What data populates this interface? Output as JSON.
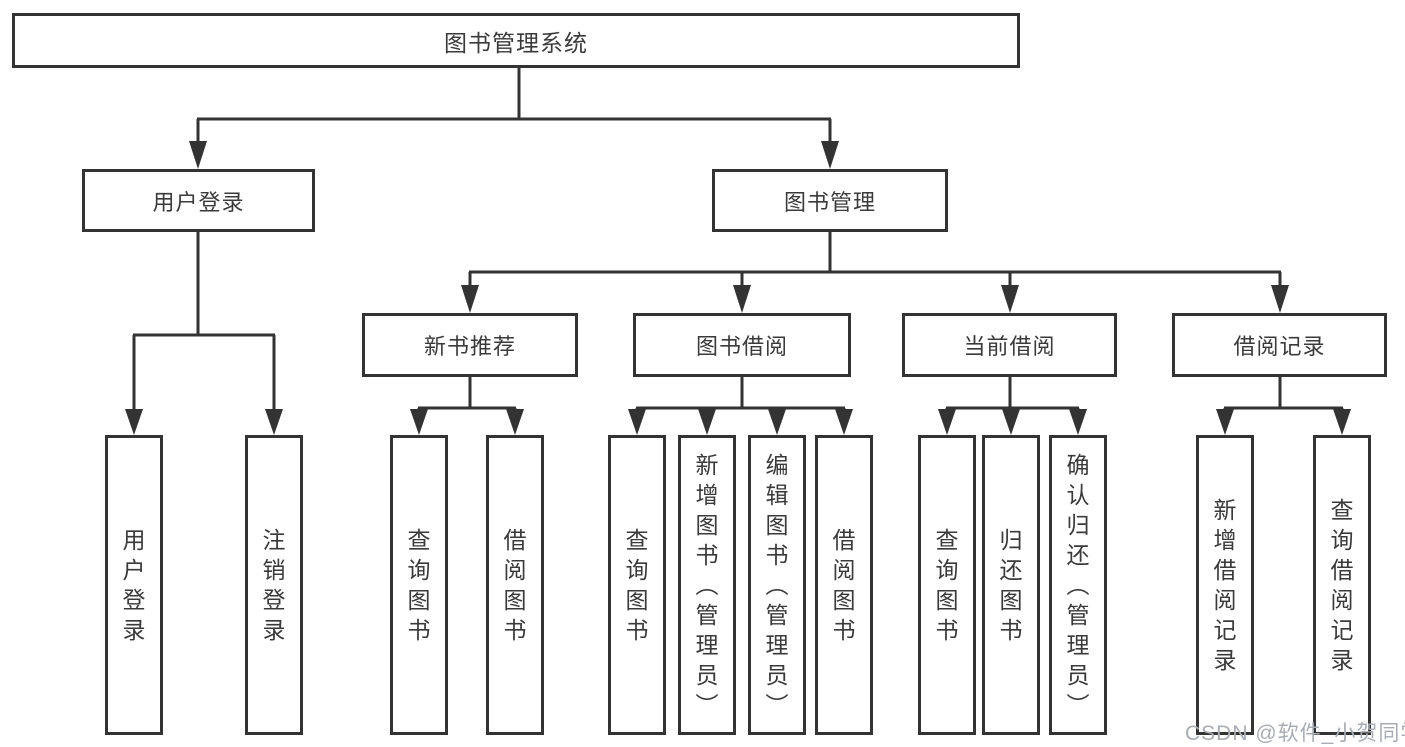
{
  "diagram": {
    "root": {
      "label": "图书管理系统"
    },
    "level2": [
      {
        "label": "用户登录"
      },
      {
        "label": "图书管理"
      }
    ],
    "level3": [
      {
        "label": "新书推荐",
        "parent": "图书管理"
      },
      {
        "label": "图书借阅",
        "parent": "图书管理"
      },
      {
        "label": "当前借阅",
        "parent": "图书管理"
      },
      {
        "label": "借阅记录",
        "parent": "图书管理"
      }
    ],
    "leaves": [
      {
        "label": "用户登录",
        "parent": "用户登录"
      },
      {
        "label": "注销登录",
        "parent": "用户登录"
      },
      {
        "label": "查询图书",
        "parent": "新书推荐"
      },
      {
        "label": "借阅图书",
        "parent": "新书推荐"
      },
      {
        "label": "查询图书",
        "parent": "图书借阅"
      },
      {
        "label": "新增图书（管理员）",
        "parent": "图书借阅"
      },
      {
        "label": "编辑图书（管理员）",
        "parent": "图书借阅"
      },
      {
        "label": "借阅图书",
        "parent": "图书借阅"
      },
      {
        "label": "查询图书",
        "parent": "当前借阅"
      },
      {
        "label": "归还图书",
        "parent": "当前借阅"
      },
      {
        "label": "确认归还（管理员）",
        "parent": "当前借阅"
      },
      {
        "label": "新增借阅记录",
        "parent": "借阅记录"
      },
      {
        "label": "查询借阅记录",
        "parent": "借阅记录"
      }
    ],
    "colors": {
      "line": "#333333",
      "text": "#3a3a3a",
      "background": "#ffffff"
    }
  },
  "watermark": {
    "text": "CSDN @软件_小贺同学",
    "color": "#a9adb3"
  }
}
